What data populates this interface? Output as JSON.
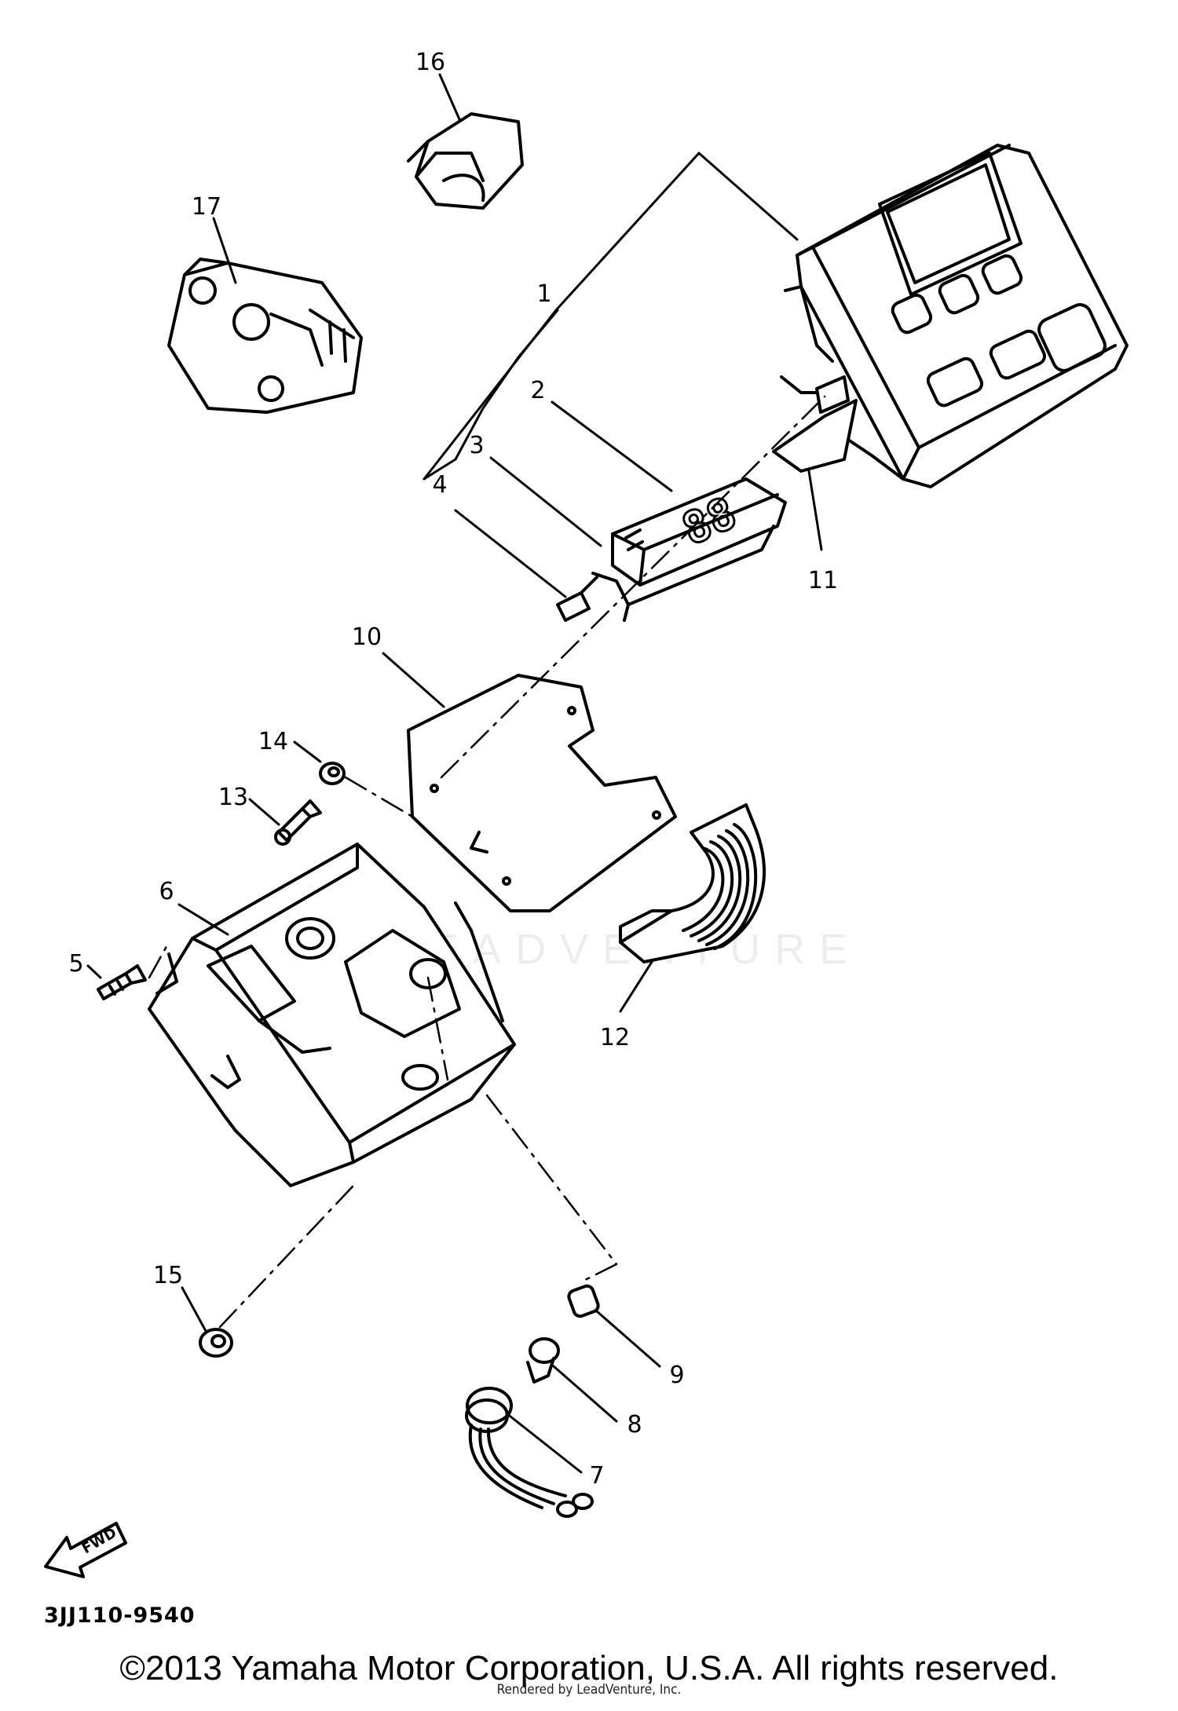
{
  "callouts": {
    "c1": "1",
    "c2": "2",
    "c3": "3",
    "c4": "4",
    "c5": "5",
    "c6": "6",
    "c7": "7",
    "c8": "8",
    "c9": "9",
    "c10": "10",
    "c11": "11",
    "c12": "12",
    "c13": "13",
    "c14": "14",
    "c15": "15",
    "c16": "16",
    "c17": "17"
  },
  "display_digits": "88",
  "fwd_label": "FWD",
  "diagram_code": "3JJ110-9540",
  "copyright": "©2013 Yamaha Motor Corporation, U.S.A. All rights reserved.",
  "rendered_by": "Rendered by LeadVenture, Inc.",
  "watermark": "LEADVENTURE"
}
